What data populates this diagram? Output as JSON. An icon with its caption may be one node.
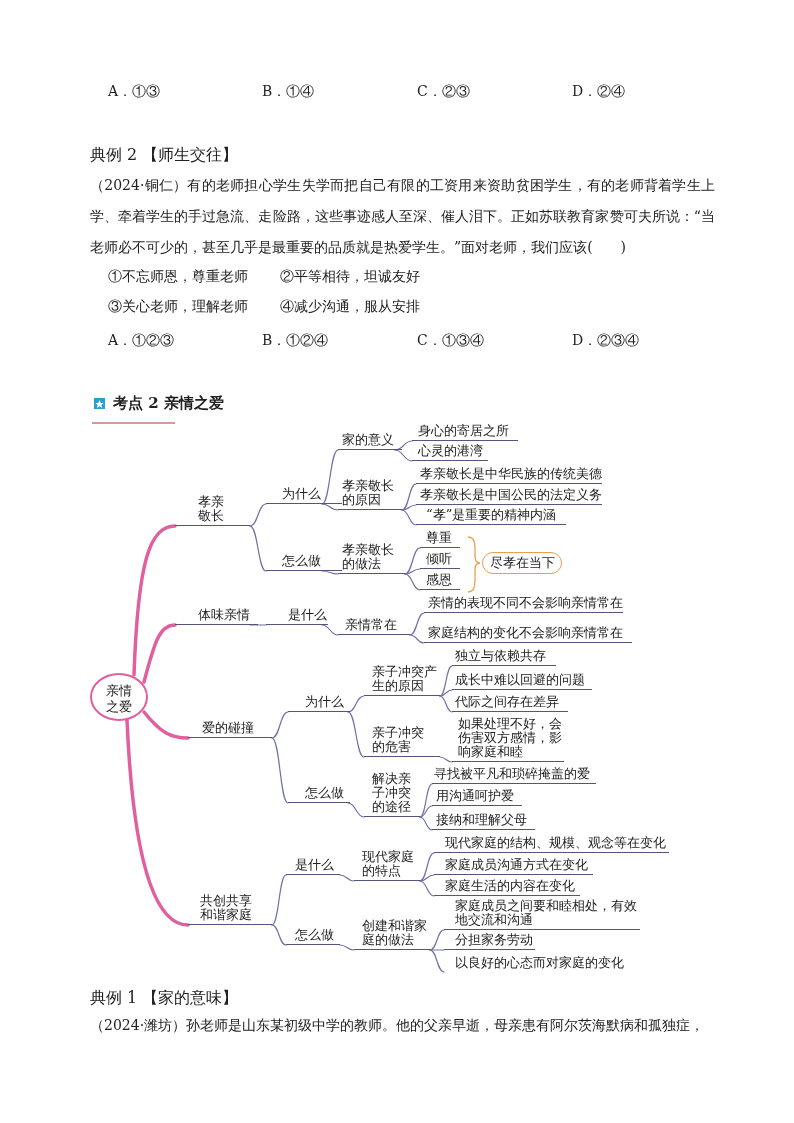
{
  "diagram": {
    "title": "考点 2 亲情之爱",
    "nodes": [
      {
        "text": [
          "亲情之爱"
        ]
      },
      {
        "text": [
          "孝亲敬长"
        ]
      },
      {
        "text": [
          "为什么"
        ]
      },
      {
        "text": [
          "家的意义"
        ]
      },
      {
        "text": [
          "身心的寄居之所"
        ]
      },
      {
        "text": [
          "心灵的港湾"
        ]
      },
      {
        "text": [
          "孝亲敬长的原因"
        ]
      },
      {
        "text": [
          "孝亲敬长是中华民族的传统美德"
        ]
      },
      {
        "text": [
          "孝亲敬长是中国公民的法定义务"
        ]
      },
      {
        "text": [
          "“孝”是重要的精神内涵"
        ]
      },
      {
        "text": [
          "怎么做"
        ]
      },
      {
        "text": [
          "孝亲敬长的做法"
        ]
      },
      {
        "text": [
          "尊重"
        ]
      },
      {
        "text": [
          "倾听"
        ]
      },
      {
        "text": [
          "感恩"
        ]
      },
      {
        "text": [
          "尽孝在当下"
        ]
      },
      {
        "text": [
          "体味亲情"
        ]
      },
      {
        "text": [
          "是什么"
        ]
      },
      {
        "text": [
          "亲情常在"
        ]
      },
      {
        "text": [
          "亲情的表现不同不会影响亲情常在"
        ]
      },
      {
        "text": [
          "家庭结构的变化不会影响亲情常在"
        ]
      },
      {
        "text": [
          "爱的碰撞"
        ]
      },
      {
        "text": [
          "为什么"
        ]
      },
      {
        "text": [
          "亲子冲突产生的原因"
        ]
      },
      {
        "text": [
          "独立与依赖共存"
        ]
      },
      {
        "text": [
          "成长中难以回避的问题"
        ]
      },
      {
        "text": [
          "代际之间存在差异"
        ]
      },
      {
        "text": [
          "亲子冲突的危害"
        ]
      },
      {
        "text": [
          "如果处理不好，会伤害双方感情，影响家庭和睦"
        ]
      },
      {
        "text": [
          "怎么做"
        ]
      },
      {
        "text": [
          "解决亲子冲突的途径"
        ]
      },
      {
        "text": [
          "寻找被平凡和琐碎掩盖的爱"
        ]
      },
      {
        "text": [
          "用沟通呵护爱"
        ]
      },
      {
        "text": [
          "接纳和理解父母"
        ]
      },
      {
        "text": [
          "共创共享和谐家庭"
        ]
      },
      {
        "text": [
          "是什么"
        ]
      },
      {
        "text": [
          "现代家庭的特点"
        ]
      },
      {
        "text": [
          "现代家庭的结构、规模、观念等在变化"
        ]
      },
      {
        "text": [
          "家庭成员沟通方式在变化"
        ]
      },
      {
        "text": [
          "家庭生活的内容在变化"
        ]
      },
      {
        "text": [
          "怎么做"
        ]
      },
      {
        "text": [
          "创建和谐家庭的做法"
        ]
      },
      {
        "text": [
          "家庭成员之间要和睦相处，有效地交流和沟通"
        ]
      },
      {
        "text": [
          "分担家务劳动"
        ]
      },
      {
        "text": [
          "以良好的心态而对家庭的变化"
        ]
      }
    ],
    "edges": [
      {
        "from": 0,
        "to": 1,
        "arrow": "none",
        "style": "thick",
        "color": "#e0609e"
      },
      {
        "from": 0,
        "to": 16,
        "arrow": "none",
        "style": "thick",
        "color": "#e0609e"
      },
      {
        "from": 0,
        "to": 21,
        "arrow": "none",
        "style": "thick",
        "color": "#e0609e"
      },
      {
        "from": 0,
        "to": 34,
        "arrow": "none",
        "style": "thick",
        "color": "#e0609e"
      },
      {
        "from": 1,
        "to": 2,
        "arrow": "none"
      },
      {
        "from": 1,
        "to": 10,
        "arrow": "none"
      },
      {
        "from": 2,
        "to": 3,
        "arrow": "none"
      },
      {
        "from": 2,
        "to": 6,
        "arrow": "none"
      },
      {
        "from": 3,
        "to": 4,
        "arrow": "none"
      },
      {
        "from": 3,
        "to": 5,
        "arrow": "none"
      },
      {
        "from": 6,
        "to": 7,
        "arrow": "none"
      },
      {
        "from": 6,
        "to": 8,
        "arrow": "none"
      },
      {
        "from": 6,
        "to": 9,
        "arrow": "none"
      },
      {
        "from": 10,
        "to": 11,
        "arrow": "none"
      },
      {
        "from": 11,
        "to": 12,
        "arrow": "none"
      },
      {
        "from": 11,
        "to": 13,
        "arrow": "none"
      },
      {
        "from": 11,
        "to": 14,
        "arrow": "none"
      },
      {
        "from": 16,
        "to": 17,
        "arrow": "none"
      },
      {
        "from": 17,
        "to": 18,
        "arrow": "none"
      },
      {
        "from": 18,
        "to": 19,
        "arrow": "none"
      },
      {
        "from": 18,
        "to": 20,
        "arrow": "none"
      },
      {
        "from": 21,
        "to": 22,
        "arrow": "none"
      },
      {
        "from": 21,
        "to": 29,
        "arrow": "none"
      },
      {
        "from": 22,
        "to": 23,
        "arrow": "none"
      },
      {
        "from": 22,
        "to": 27,
        "arrow": "none"
      },
      {
        "from": 23,
        "to": 24,
        "arrow": "none"
      },
      {
        "from": 23,
        "to": 25,
        "arrow": "none"
      },
      {
        "from": 23,
        "to": 26,
        "arrow": "none"
      },
      {
        "from": 27,
        "to": 28,
        "arrow": "none"
      },
      {
        "from": 29,
        "to": 30,
        "arrow": "none"
      },
      {
        "from": 30,
        "to": 31,
        "arrow": "none"
      },
      {
        "from": 30,
        "to": 32,
        "arrow": "none"
      },
      {
        "from": 30,
        "to": 33,
        "arrow": "none"
      },
      {
        "from": 34,
        "to": 35,
        "arrow": "none"
      },
      {
        "from": 34,
        "to": 40,
        "arrow": "none"
      },
      {
        "from": 35,
        "to": 36,
        "arrow": "none"
      },
      {
        "from": 36,
        "to": 37,
        "arrow": "none"
      },
      {
        "from": 36,
        "to": 38,
        "arrow": "none"
      },
      {
        "from": 36,
        "to": 39,
        "arrow": "none"
      },
      {
        "from": 40,
        "to": 41,
        "arrow": "none"
      },
      {
        "from": 41,
        "to": 42,
        "arrow": "none"
      },
      {
        "from": 41,
        "to": 43,
        "arrow": "none"
      },
      {
        "from": 41,
        "to": 44,
        "arrow": "none"
      }
    ],
    "labels": [
      "A．①③",
      "B．①④",
      "C．②③",
      "D．②④",
      "典例 2 【师生交往】",
      "（2024·铜仁）有的老师担心学生失学而把自己有限的工资用来资助贫困学生，有的老师背着学生上学、牵着学生的手过急流、走险路，这些事迹感人至深、催人泪下。正如苏联教育家赞可夫所说：“当老师必不可少的，甚至几乎是最重要的品质就是热爱学生。”面对老师，我们应该(　　)",
      "①不忘师恩，尊重老师",
      "②平等相待，坦诚友好",
      "③关心老师，理解老师",
      "④减少沟通，服从安排",
      "A．①②③",
      "B．①②④",
      "C．①③④",
      "D．②③④",
      "典例 1 【家的意味】",
      "（2024·潍坊）孙老师是山东某初级中学的教师。他的父亲早逝，母亲患有阿尔茨海默病和孤独症，"
    ]
  }
}
